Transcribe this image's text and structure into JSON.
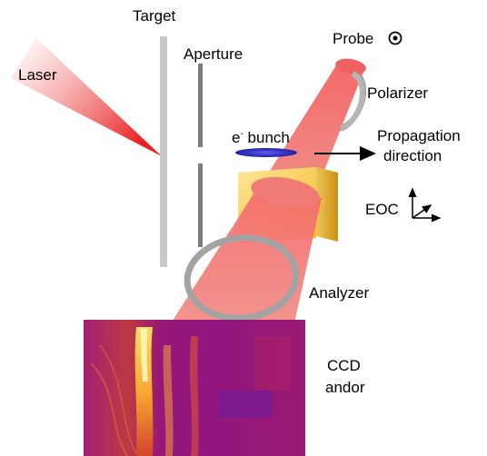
{
  "labels": {
    "target": "Target",
    "aperture": "Aperture",
    "laser": "Laser",
    "probe": "Probe",
    "polarizer": "Polarizer",
    "e_bunch_prefix": "e",
    "e_bunch_sup": "-",
    "e_bunch_suffix": " bunch",
    "propagation_line1": "Propagation",
    "propagation_line2": "direction",
    "eoc": "EOC",
    "analyzer": "Analyzer",
    "ccd_line1": "CCD",
    "ccd_line2": "andor"
  },
  "icons": {
    "probe_polarization": "out-of-plane-dot-icon",
    "propagation_direction": "right-arrow-icon",
    "eoc_axes": "xyz-axes-icon"
  },
  "colors": {
    "laser_beam": "#e8201f",
    "probe_beam": "#f06b6b",
    "target_plate": "#c9c9c9",
    "aperture": "#7d7d7d",
    "polarizer_ring": "#a9a9a9",
    "e_bunch": "#3333cc",
    "eoc_crystal": "#f4c542",
    "ccd_background": "#a3146a",
    "ccd_bright": "#ffd23a"
  }
}
